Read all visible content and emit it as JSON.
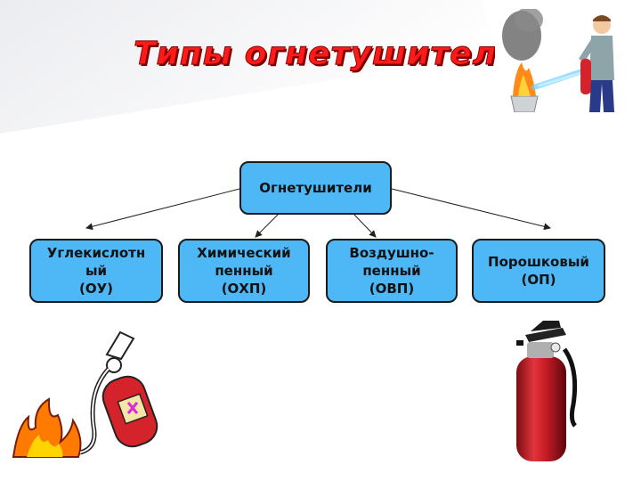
{
  "title": "Типы огнетушителей",
  "diagram": {
    "root": "Огнетушители",
    "children": [
      "Углекислотн\nый\n(ОУ)",
      "Химический\nпенный\n(ОХП)",
      "Воздушно-\nпенный\n(ОВП)",
      "Порошковый\n(ОП)"
    ]
  },
  "colors": {
    "box_fill": "#4db8f5",
    "title": "#ff1a1a",
    "extinguisher_red": "#d4232b"
  },
  "icons": [
    "man-spraying-extinguisher-image",
    "fire-extinguisher-clipart",
    "fire-extinguisher-photo"
  ]
}
